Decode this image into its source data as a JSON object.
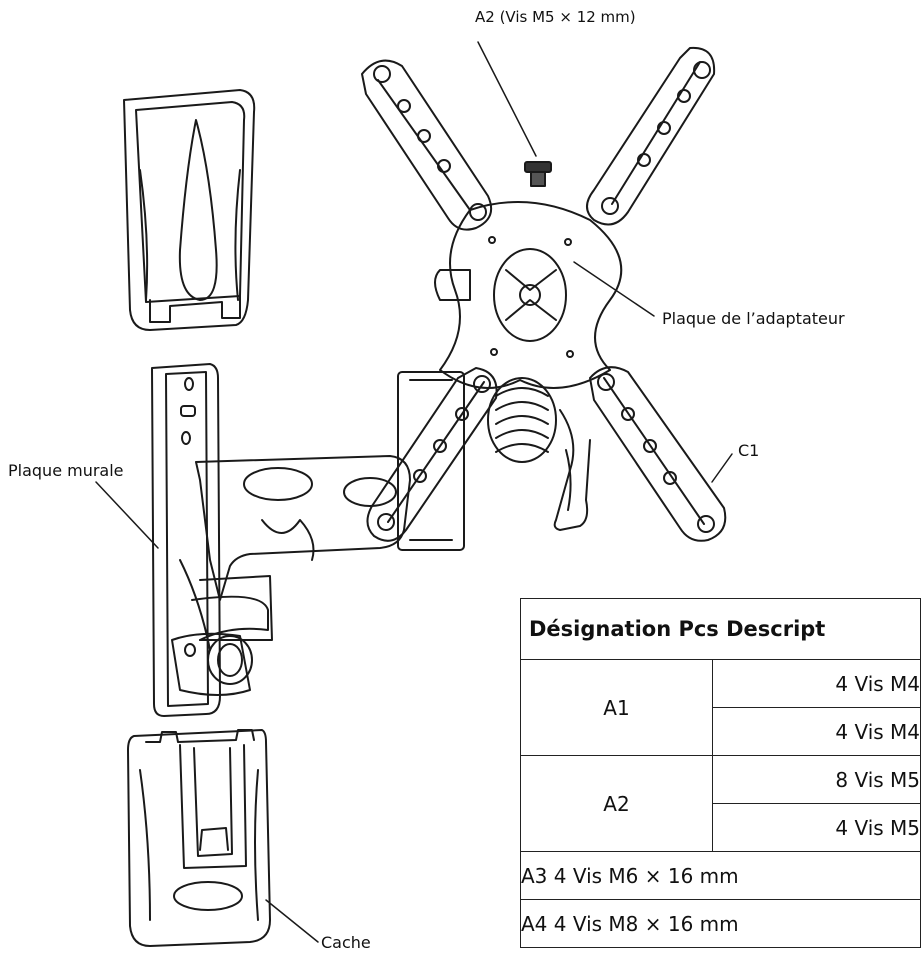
{
  "labels": {
    "screw_a2": "A2 (Vis M5 × 12 mm)",
    "adapter_plate": "Plaque de l’adaptateur",
    "c1": "C1",
    "wall_plate": "Plaque murale",
    "cover": "Cache"
  },
  "table": {
    "header": "Désignation Pcs Descript",
    "rows": [
      {
        "designation": "A1",
        "items": [
          "4 Vis M4",
          "4 Vis M4"
        ]
      },
      {
        "designation": "A2",
        "items": [
          "8 Vis M5",
          "4 Vis M5"
        ]
      }
    ],
    "full_rows": [
      "A3 4 Vis M6 × 16 mm",
      "A4 4 Vis M8 × 16 mm"
    ]
  }
}
